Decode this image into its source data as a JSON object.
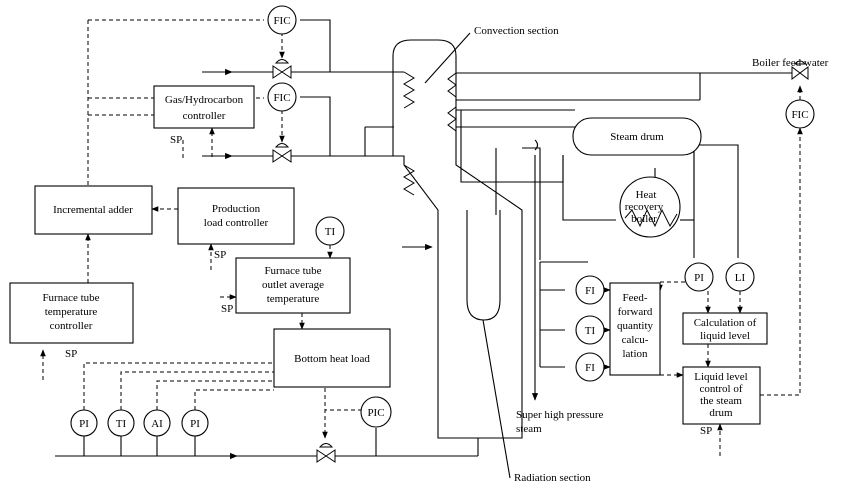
{
  "boxes": {
    "gas_controller": [
      "Gas/Hydrocarbon",
      "controller"
    ],
    "incremental_adder": [
      "Incremental adder"
    ],
    "production_load": [
      "Production",
      "load controller"
    ],
    "furnace_outlet": [
      "Furnace tube",
      "outlet average",
      "temperature"
    ],
    "furnace_temp_ctrl": [
      "Furnace tube",
      "temperature",
      "controller"
    ],
    "bottom_heat_load": [
      "Bottom heat load"
    ],
    "feed_forward": [
      "Feed-",
      "forward",
      "quantity",
      "calcu-",
      "lation"
    ],
    "calc_liquid": [
      "Calculation of",
      "liquid level"
    ],
    "liquid_control": [
      "Liquid level",
      "control of",
      "the steam",
      "drum"
    ],
    "steam_drum": [
      "Steam drum"
    ],
    "heat_recovery": [
      "Heat",
      "recovery",
      "boiler"
    ]
  },
  "instruments": {
    "fic_top": "FIC",
    "fic_mid": "FIC",
    "fic_right": "FIC",
    "ti_top": "TI",
    "fi_1": "FI",
    "ti_mid": "TI",
    "fi_2": "FI",
    "pi_drum": "PI",
    "li_drum": "LI",
    "pi_1": "PI",
    "ti_bottom": "TI",
    "ai": "AI",
    "pi_2": "PI",
    "pic": "PIC"
  },
  "setpoints": {
    "sp_gas": "SP",
    "sp_prod": "SP",
    "sp_outlet": "SP",
    "sp_temp": "SP",
    "sp_level": "SP"
  },
  "labels": {
    "convection": "Convection section",
    "boiler_feed": "Boiler feed water",
    "super_steam": [
      "Super high pressure",
      "steam"
    ],
    "radiation": "Radiation section"
  }
}
